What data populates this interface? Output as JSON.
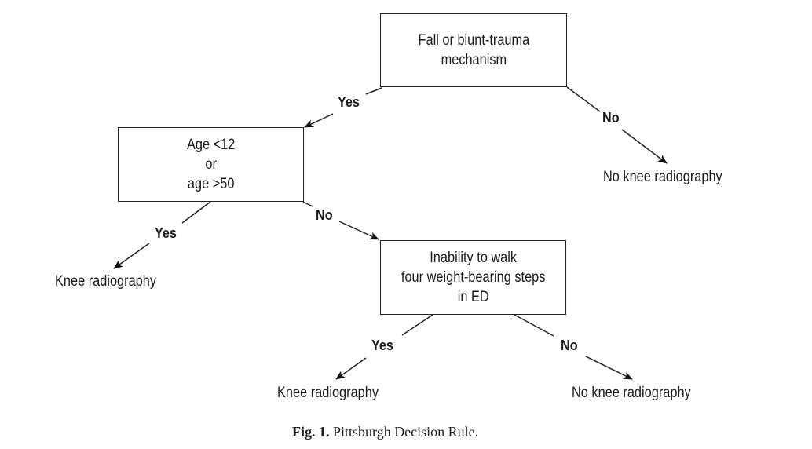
{
  "nodes": {
    "mechanism": {
      "lines": [
        "Fall or blunt-trauma",
        "mechanism"
      ]
    },
    "age": {
      "lines": [
        "Age <12",
        "or",
        "age >50"
      ]
    },
    "walk": {
      "lines": [
        "Inability to walk",
        "four weight-bearing steps",
        "in ED"
      ]
    }
  },
  "edges": {
    "mechanism_yes": "Yes",
    "mechanism_no": "No",
    "age_yes": "Yes",
    "age_no": "No",
    "walk_yes": "Yes",
    "walk_no": "No"
  },
  "outcomes": {
    "no_radiography_top": "No knee radiography",
    "radiography_left": "Knee radiography",
    "radiography_bottom": "Knee radiography",
    "no_radiography_bottom": "No knee radiography"
  },
  "caption": {
    "label": "Fig. 1.",
    "text": " Pittsburgh Decision Rule."
  }
}
